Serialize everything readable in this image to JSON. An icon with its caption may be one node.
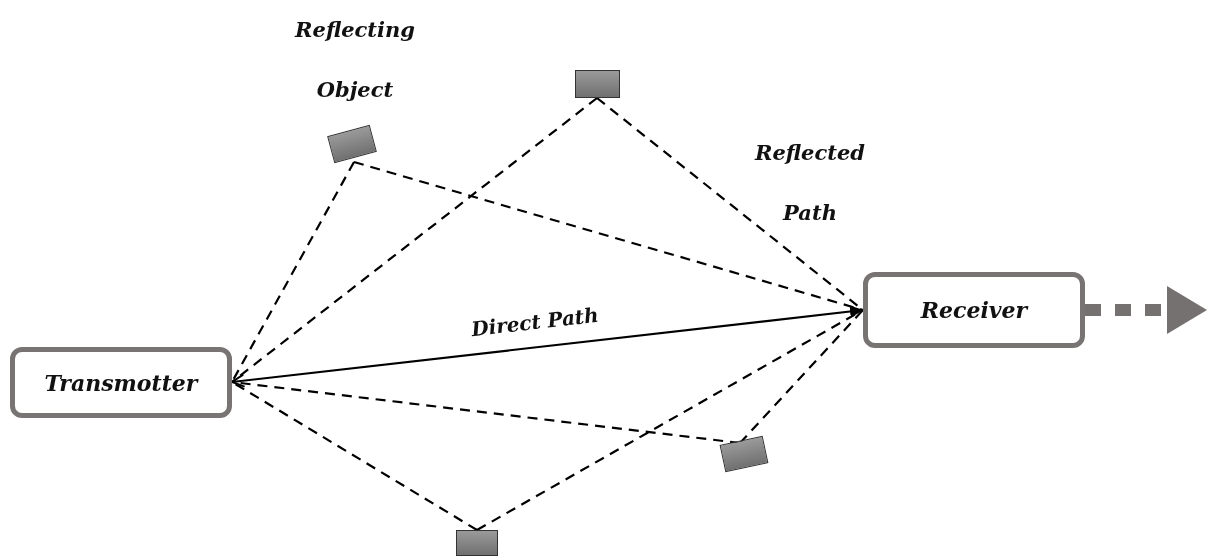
{
  "diagram": {
    "nodes": [
      {
        "text": [
          "Transmotter"
        ]
      },
      {
        "text": [
          "Receiver"
        ]
      },
      {
        "text": [],
        "shape": "box"
      },
      {
        "text": [],
        "shape": "box"
      },
      {
        "text": [],
        "shape": "box"
      },
      {
        "text": [],
        "shape": "box"
      }
    ],
    "edges": [
      {
        "from": 0,
        "to": 1,
        "arrow": "both",
        "label": "Direct Path"
      },
      {
        "from": 2,
        "to": 0,
        "arrow": "none",
        "style": "dashed"
      },
      {
        "from": 2,
        "to": 1,
        "arrow": "none",
        "style": "dashed"
      },
      {
        "from": 3,
        "to": 0,
        "arrow": "none",
        "style": "dashed"
      },
      {
        "from": 3,
        "to": 1,
        "arrow": "none",
        "style": "dashed"
      },
      {
        "from": 4,
        "to": 0,
        "arrow": "none",
        "style": "dashed"
      },
      {
        "from": 4,
        "to": 1,
        "arrow": "none",
        "style": "dashed"
      },
      {
        "from": 5,
        "to": 0,
        "arrow": "none",
        "style": "dashed"
      },
      {
        "from": 5,
        "to": 1,
        "arrow": "none",
        "style": "dashed"
      },
      {
        "from": 1,
        "to": null,
        "arrow": "to",
        "style": "dashed",
        "color": "#767171"
      }
    ],
    "labels": [
      "Reflecting Object",
      "Reflected Path"
    ]
  }
}
